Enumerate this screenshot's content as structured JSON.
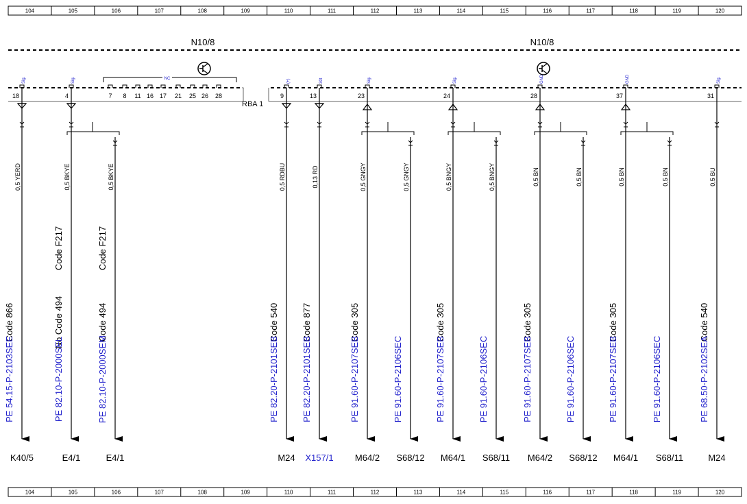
{
  "ruler": [
    "104",
    "105",
    "106",
    "107",
    "108",
    "109",
    "110",
    "111",
    "112",
    "113",
    "114",
    "115",
    "116",
    "117",
    "118",
    "119",
    "120"
  ],
  "modules": {
    "left": "N10/8",
    "right": "N10/8"
  },
  "connector_label": "RBA 1",
  "nc_group": {
    "label": "NC",
    "pins": [
      "7",
      "8",
      "11",
      "16",
      "17",
      "21",
      "25",
      "26",
      "28"
    ]
  },
  "circuits": [
    {
      "pin": "18",
      "pin_type": "Sig.",
      "wire": "0,5 YERD",
      "codes": [
        "Code 866"
      ],
      "ref": "PE 54.15-P-2103SEE",
      "dest": "K40/5",
      "dest_color": "#000000"
    },
    {
      "pin": "4",
      "pin_type": "Sig.",
      "wire": "0,5 BKYE",
      "codes": [
        "No  Code 494",
        "Code F217"
      ],
      "ref": "PE 82.10-P-2000SEL",
      "dest": "E4/1",
      "dest_color": "#000000"
    },
    {
      "pin": "",
      "pin_type": "",
      "wire": "0,5 BKYE",
      "codes": [
        "Code 494",
        "Code F217"
      ],
      "ref": "PE 82.10-P-2000SEM",
      "dest": "E4/1",
      "dest_color": "#000000"
    },
    {
      "pin": "9",
      "pin_type": "(+)",
      "wire": "0,5 RDBU",
      "codes": [
        "Code 540"
      ],
      "ref": "PE 82.20-P-2101SEB",
      "dest": "M24",
      "dest_color": "#000000"
    },
    {
      "pin": "13",
      "pin_type": "30t",
      "wire": "0,13 RD",
      "codes": [
        "Code 877"
      ],
      "ref": "PE 82.20-P-2101SEB",
      "dest": "X157/1",
      "dest_color": "#2222cc"
    },
    {
      "pin": "23",
      "pin_type": "Sig.",
      "wire": "0,5 GNGY",
      "codes": [
        "Code 305"
      ],
      "ref": "PE 91.60-P-2107SEB",
      "dest": "M64/2",
      "dest_color": "#000000"
    },
    {
      "pin": "",
      "pin_type": "",
      "wire": "0,5 GNGY",
      "codes": [],
      "ref": "PE 91.60-P-2106SEC",
      "dest": "S68/12",
      "dest_color": "#000000"
    },
    {
      "pin": "24",
      "pin_type": "Sig.",
      "wire": "0,5 BNGY",
      "codes": [
        "Code 305"
      ],
      "ref": "PE 91.60-P-2107SEB",
      "dest": "M64/1",
      "dest_color": "#000000"
    },
    {
      "pin": "",
      "pin_type": "",
      "wire": "0,5 BNGY",
      "codes": [],
      "ref": "PE 91.60-P-2106SEC",
      "dest": "S68/11",
      "dest_color": "#000000"
    },
    {
      "pin": "28",
      "pin_type": "GND",
      "wire": "0,5 BN",
      "codes": [
        "Code 305"
      ],
      "ref": "PE 91.60-P-2107SEB",
      "dest": "M64/2",
      "dest_color": "#000000"
    },
    {
      "pin": "",
      "pin_type": "",
      "wire": "0,5 BN",
      "codes": [],
      "ref": "PE 91.60-P-2106SEC",
      "dest": "S68/12",
      "dest_color": "#000000"
    },
    {
      "pin": "37",
      "pin_type": "GND",
      "wire": "0,5 BN",
      "codes": [
        "Code 305"
      ],
      "ref": "PE 91.60-P-2107SEB",
      "dest": "M64/1",
      "dest_color": "#000000"
    },
    {
      "pin": "",
      "pin_type": "",
      "wire": "0,5 BN",
      "codes": [],
      "ref": "PE 91.60-P-2106SEC",
      "dest": "S68/11",
      "dest_color": "#000000"
    },
    {
      "pin": "31",
      "pin_type": "Sig.",
      "wire": "0,5 BU",
      "codes": [
        "Code 540"
      ],
      "ref": "PE 68.50-P-2102SEA",
      "dest": "M24",
      "dest_color": "#000000"
    }
  ]
}
